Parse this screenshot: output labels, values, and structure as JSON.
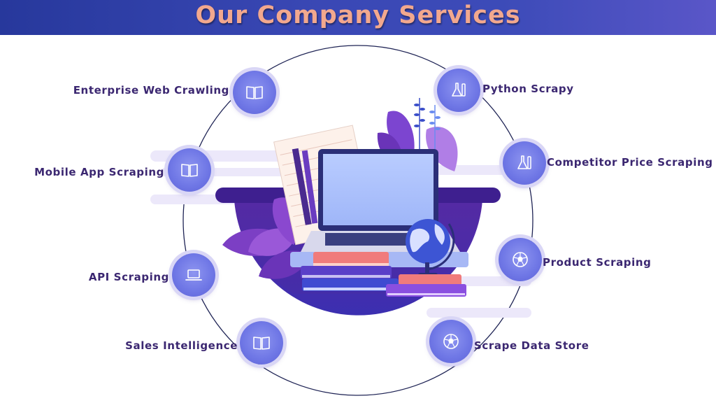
{
  "header": {
    "title": "Our Company Services"
  },
  "services_left": [
    {
      "label": "Enterprise Web Crawling",
      "icon": "book-icon"
    },
    {
      "label": "Mobile App Scraping",
      "icon": "book-icon"
    },
    {
      "label": "API Scraping",
      "icon": "laptop-icon"
    },
    {
      "label": "Sales Intelligence",
      "icon": "book-icon"
    }
  ],
  "services_right": [
    {
      "label": "Python Scrapy",
      "icon": "flask-icon"
    },
    {
      "label": "Competitor Price Scraping",
      "icon": "flask-icon"
    },
    {
      "label": "Product Scraping",
      "icon": "soccer-ball-icon"
    },
    {
      "label": "Scrape Data Store",
      "icon": "soccer-ball-icon"
    }
  ],
  "colors": {
    "banner": "#3a48b5",
    "title": "#f2a88e",
    "label": "#3b2771",
    "badge": "#7078e6",
    "bowl": "#5b2ea8"
  }
}
